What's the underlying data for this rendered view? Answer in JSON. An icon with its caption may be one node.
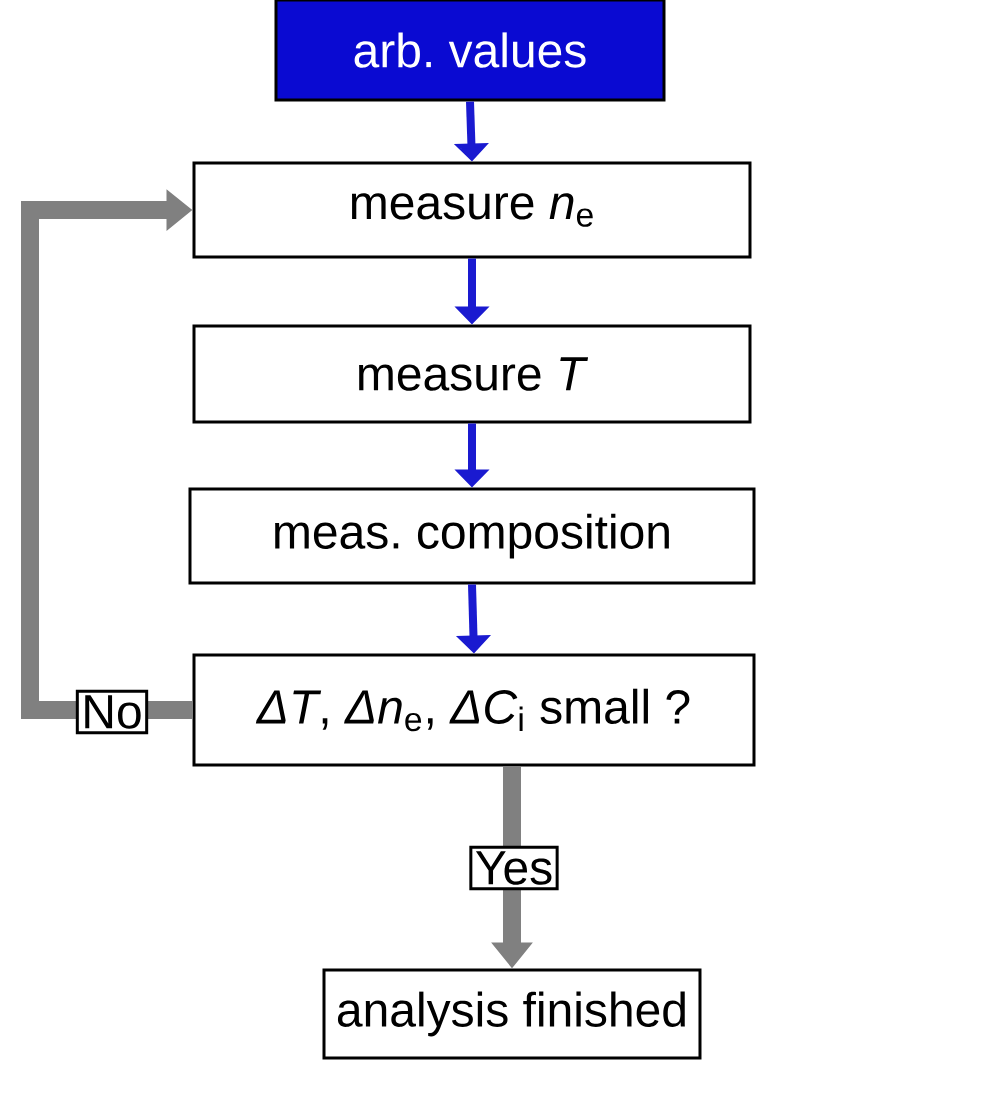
{
  "diagram": {
    "nodes": [
      {
        "text": [
          "arb. values"
        ]
      },
      {
        "text": [
          "measure *n*$_{e}$"
        ]
      },
      {
        "text": [
          "measure *T*"
        ]
      },
      {
        "text": [
          "meas. composition"
        ]
      },
      {
        "text": [
          "*ΔT*, *Δn*$_{e}$, *ΔC*$_{i}$ small ?"
        ]
      },
      {
        "text": [
          "analysis finished"
        ]
      }
    ],
    "edges": [
      {
        "from": 0,
        "to": 1,
        "arrow": "to"
      },
      {
        "from": 1,
        "to": 2,
        "arrow": "to"
      },
      {
        "from": 2,
        "to": 3,
        "arrow": "to"
      },
      {
        "from": 3,
        "to": 4,
        "arrow": "to"
      },
      {
        "from": 4,
        "to": 1,
        "arrow": "to",
        "label": "No",
        "style": "thick",
        "color": "#808080"
      },
      {
        "from": 4,
        "to": 5,
        "arrow": "to",
        "label": "Yes",
        "style": "thick",
        "color": "#808080"
      }
    ]
  }
}
